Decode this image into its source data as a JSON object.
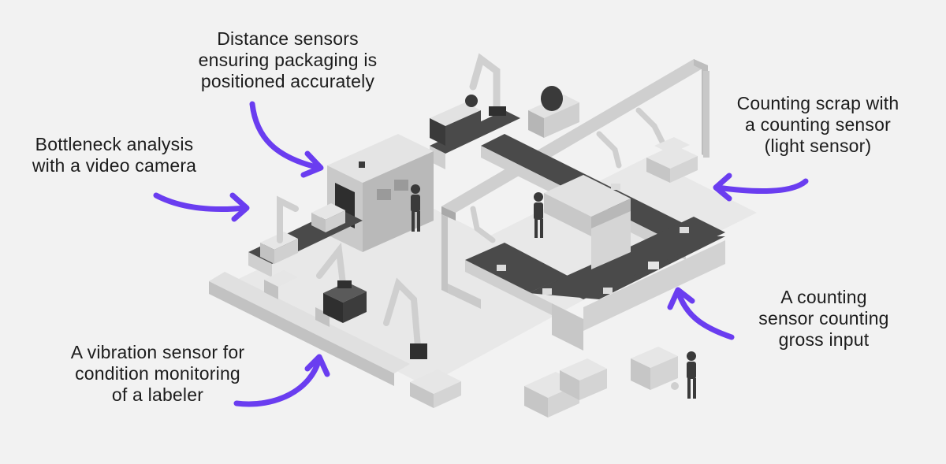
{
  "colors": {
    "background": "#f2f2f2",
    "arrow": "#6a3df0",
    "text": "#1c1c1c",
    "machine_light": "#d6d6d6",
    "machine_mid": "#b4b4b4",
    "machine_dark": "#3a3a3a"
  },
  "callouts": {
    "distance": {
      "lines": [
        "Distance sensors",
        "ensuring packaging is",
        "positioned accurately"
      ]
    },
    "bottleneck": {
      "lines": [
        "Bottleneck analysis",
        "with a video camera"
      ]
    },
    "scrap": {
      "lines": [
        "Counting scrap with",
        "a counting sensor",
        "(light sensor)"
      ]
    },
    "gross": {
      "lines": [
        "A counting",
        "sensor counting",
        "gross input"
      ]
    },
    "vibration": {
      "lines": [
        "A vibration sensor for",
        "condition monitoring",
        "of a labeler"
      ]
    }
  }
}
